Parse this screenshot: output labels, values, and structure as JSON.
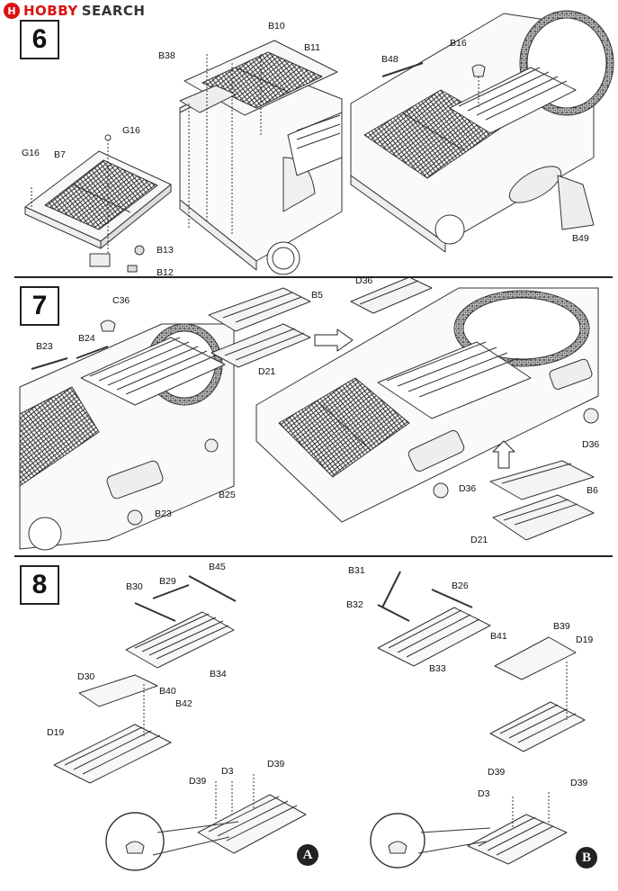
{
  "logo": {
    "hobby": "HOBBY",
    "search": "SEARCH",
    "mark": "H"
  },
  "steps": [
    "6",
    "7",
    "8"
  ],
  "sub_badges": [
    "A",
    "B"
  ],
  "labels": {
    "b38": "B38",
    "b10": "B10",
    "b11": "B11",
    "b16": "B16",
    "b48": "B48",
    "b49": "B49",
    "g16_top": "G16",
    "g16_left": "G16",
    "b7": "B7",
    "b13": "B13",
    "b12": "B12",
    "c36": "C36",
    "b24": "B24",
    "b23_top": "B23",
    "b23_bottom": "B23",
    "b25": "B25",
    "b5": "B5",
    "d21_top": "D21",
    "d36_top": "D36",
    "d36_right": "D36",
    "d36_mid": "D36",
    "b6": "B6",
    "d21_bottom": "D21",
    "b30": "B30",
    "b29": "B29",
    "b45": "B45",
    "b34": "B34",
    "d30": "D30",
    "b40": "B40",
    "b42": "B42",
    "d19_left": "D19",
    "d39_a_left": "D39",
    "d3_a": "D3",
    "d39_a_right": "D39",
    "b31": "B31",
    "b32": "B32",
    "b26": "B26",
    "b33": "B33",
    "b41": "B41",
    "b39": "B39",
    "d19_right": "D19",
    "d39_b_top": "D39",
    "d3_b": "D3",
    "d39_b_right": "D39"
  }
}
